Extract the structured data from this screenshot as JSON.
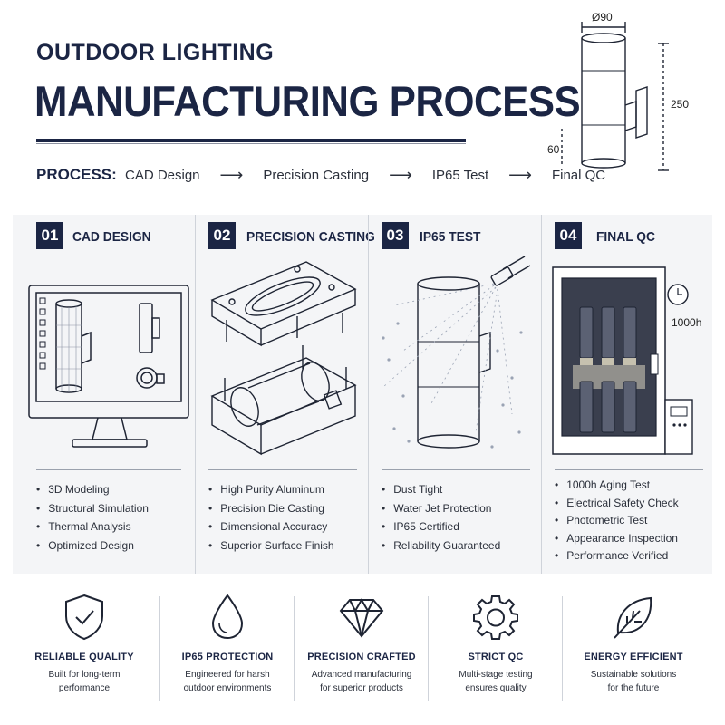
{
  "header": {
    "subtitle": "OUTDOOR LIGHTING",
    "title": "MANUFACTURING PROCESS",
    "process_label": "PROCESS:",
    "flow": [
      "CAD Design",
      "Precision Casting",
      "IP65 Test",
      "Final QC"
    ],
    "arrow": "⟶"
  },
  "fixture_dims": {
    "diameter": "Ø90",
    "height": "250",
    "mount": "60"
  },
  "steps": [
    {
      "number": "01",
      "title": "CAD DESIGN",
      "items": [
        "3D Modeling",
        "Structural Simulation",
        "Thermal Analysis",
        "Optimized Design"
      ]
    },
    {
      "number": "02",
      "title": "PRECISION CASTING",
      "items": [
        "High Purity Aluminum",
        "Precision Die Casting",
        "Dimensional Accuracy",
        "Superior Surface Finish"
      ]
    },
    {
      "number": "03",
      "title": "IP65 TEST",
      "items": [
        "Dust Tight",
        "Water Jet Protection",
        "IP65 Certified",
        "Reliability Guaranteed"
      ]
    },
    {
      "number": "04",
      "title": "FINAL QC",
      "items": [
        "1000h Aging Test",
        "Electrical Safety Check",
        "Photometric Test",
        "Appearance Inspection",
        "Performance Verified"
      ],
      "chamber_label": "1000h"
    }
  ],
  "features": [
    {
      "icon": "shield-check-icon",
      "title": "RELIABLE QUALITY",
      "desc": "Built for long-term\nperformance"
    },
    {
      "icon": "water-drop-icon",
      "title": "IP65 PROTECTION",
      "desc": "Engineered for harsh\noutdoor environments"
    },
    {
      "icon": "diamond-icon",
      "title": "PRECISION CRAFTED",
      "desc": "Advanced manufacturing\nfor superior products"
    },
    {
      "icon": "gear-icon",
      "title": "STRICT QC",
      "desc": "Multi-stage testing\nensures quality"
    },
    {
      "icon": "leaf-icon",
      "title": "ENERGY EFFICIENT",
      "desc": "Sustainable solutions\nfor the future"
    }
  ],
  "colors": {
    "navy": "#1b2544",
    "panel_bg": "#f4f5f7",
    "divider": "#cfd3da"
  }
}
